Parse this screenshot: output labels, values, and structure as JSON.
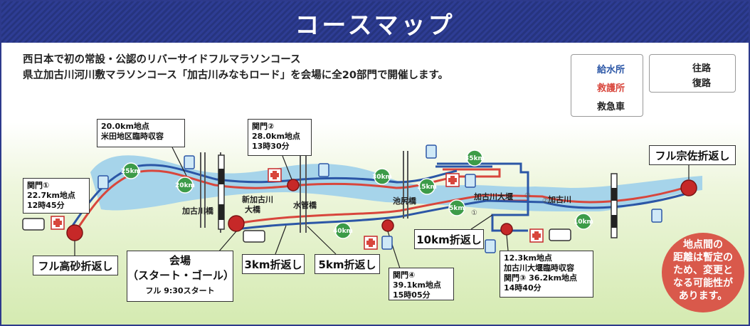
{
  "title": "コースマップ",
  "intro": {
    "line1": "西日本で初の常設・公認のリバーサイドフルマラソンコース",
    "line2": "県立加古川河川敷マラソンコース「加古川みなもロード」を会場に全20部門で開催します。"
  },
  "legend": {
    "water": "給水所",
    "aid": "救護所",
    "ambulance": "救急車",
    "outbound": "往路",
    "return": "復路",
    "outbound_color": "#d8463c",
    "return_color": "#2b56a6"
  },
  "labels": {
    "turn_takasago": "フル高砂折返し",
    "turn_munesa": "フル宗佐折返し",
    "venue_line1": "会場",
    "venue_line2": "（スタート・ゴール）",
    "venue_line3": "フル 9:30スタート",
    "turn3k": "3km折返し",
    "turn5k": "5km折返し",
    "turn10k": "10km折返し",
    "gate1_line1": "関門①",
    "gate1_line2": "22.7km地点",
    "gate1_line3": "12時45分",
    "gate2_line1": "関門②",
    "gate2_line2": "28.0km地点",
    "gate2_line3": "13時30分",
    "gate3_line1": "関門③ 36.2km地点",
    "gate3_line2": "14時40分",
    "gate4_line1": "関門④",
    "gate4_line2": "39.1km地点",
    "gate4_line3": "15時05分",
    "p20_line1": "20.0km地点",
    "p20_line2": "米田地区臨時収容",
    "p123_line1": "12.3km地点",
    "p123_line2": "加古川大堰臨時収容",
    "bridge_kakogawa": "加古川橋",
    "bridge_shin_line1": "新加古川",
    "bridge_shin_line2": "大橋",
    "bridge_suikan": "水管橋",
    "bridge_ikejiri": "池尻橋",
    "weir": "加古川大堰",
    "river": "加古川",
    "note_line1": "地点間の",
    "note_line2": "距離は暫定の",
    "note_line3": "ため、変更と",
    "note_line4": "なる可能性が",
    "note_line5": "あります。"
  },
  "km_markers": [
    "25km",
    "20km",
    "30km",
    "35km",
    "15km",
    "5km",
    "40km",
    "10km"
  ],
  "circled_numbers": [
    "①",
    "②",
    "③"
  ]
}
